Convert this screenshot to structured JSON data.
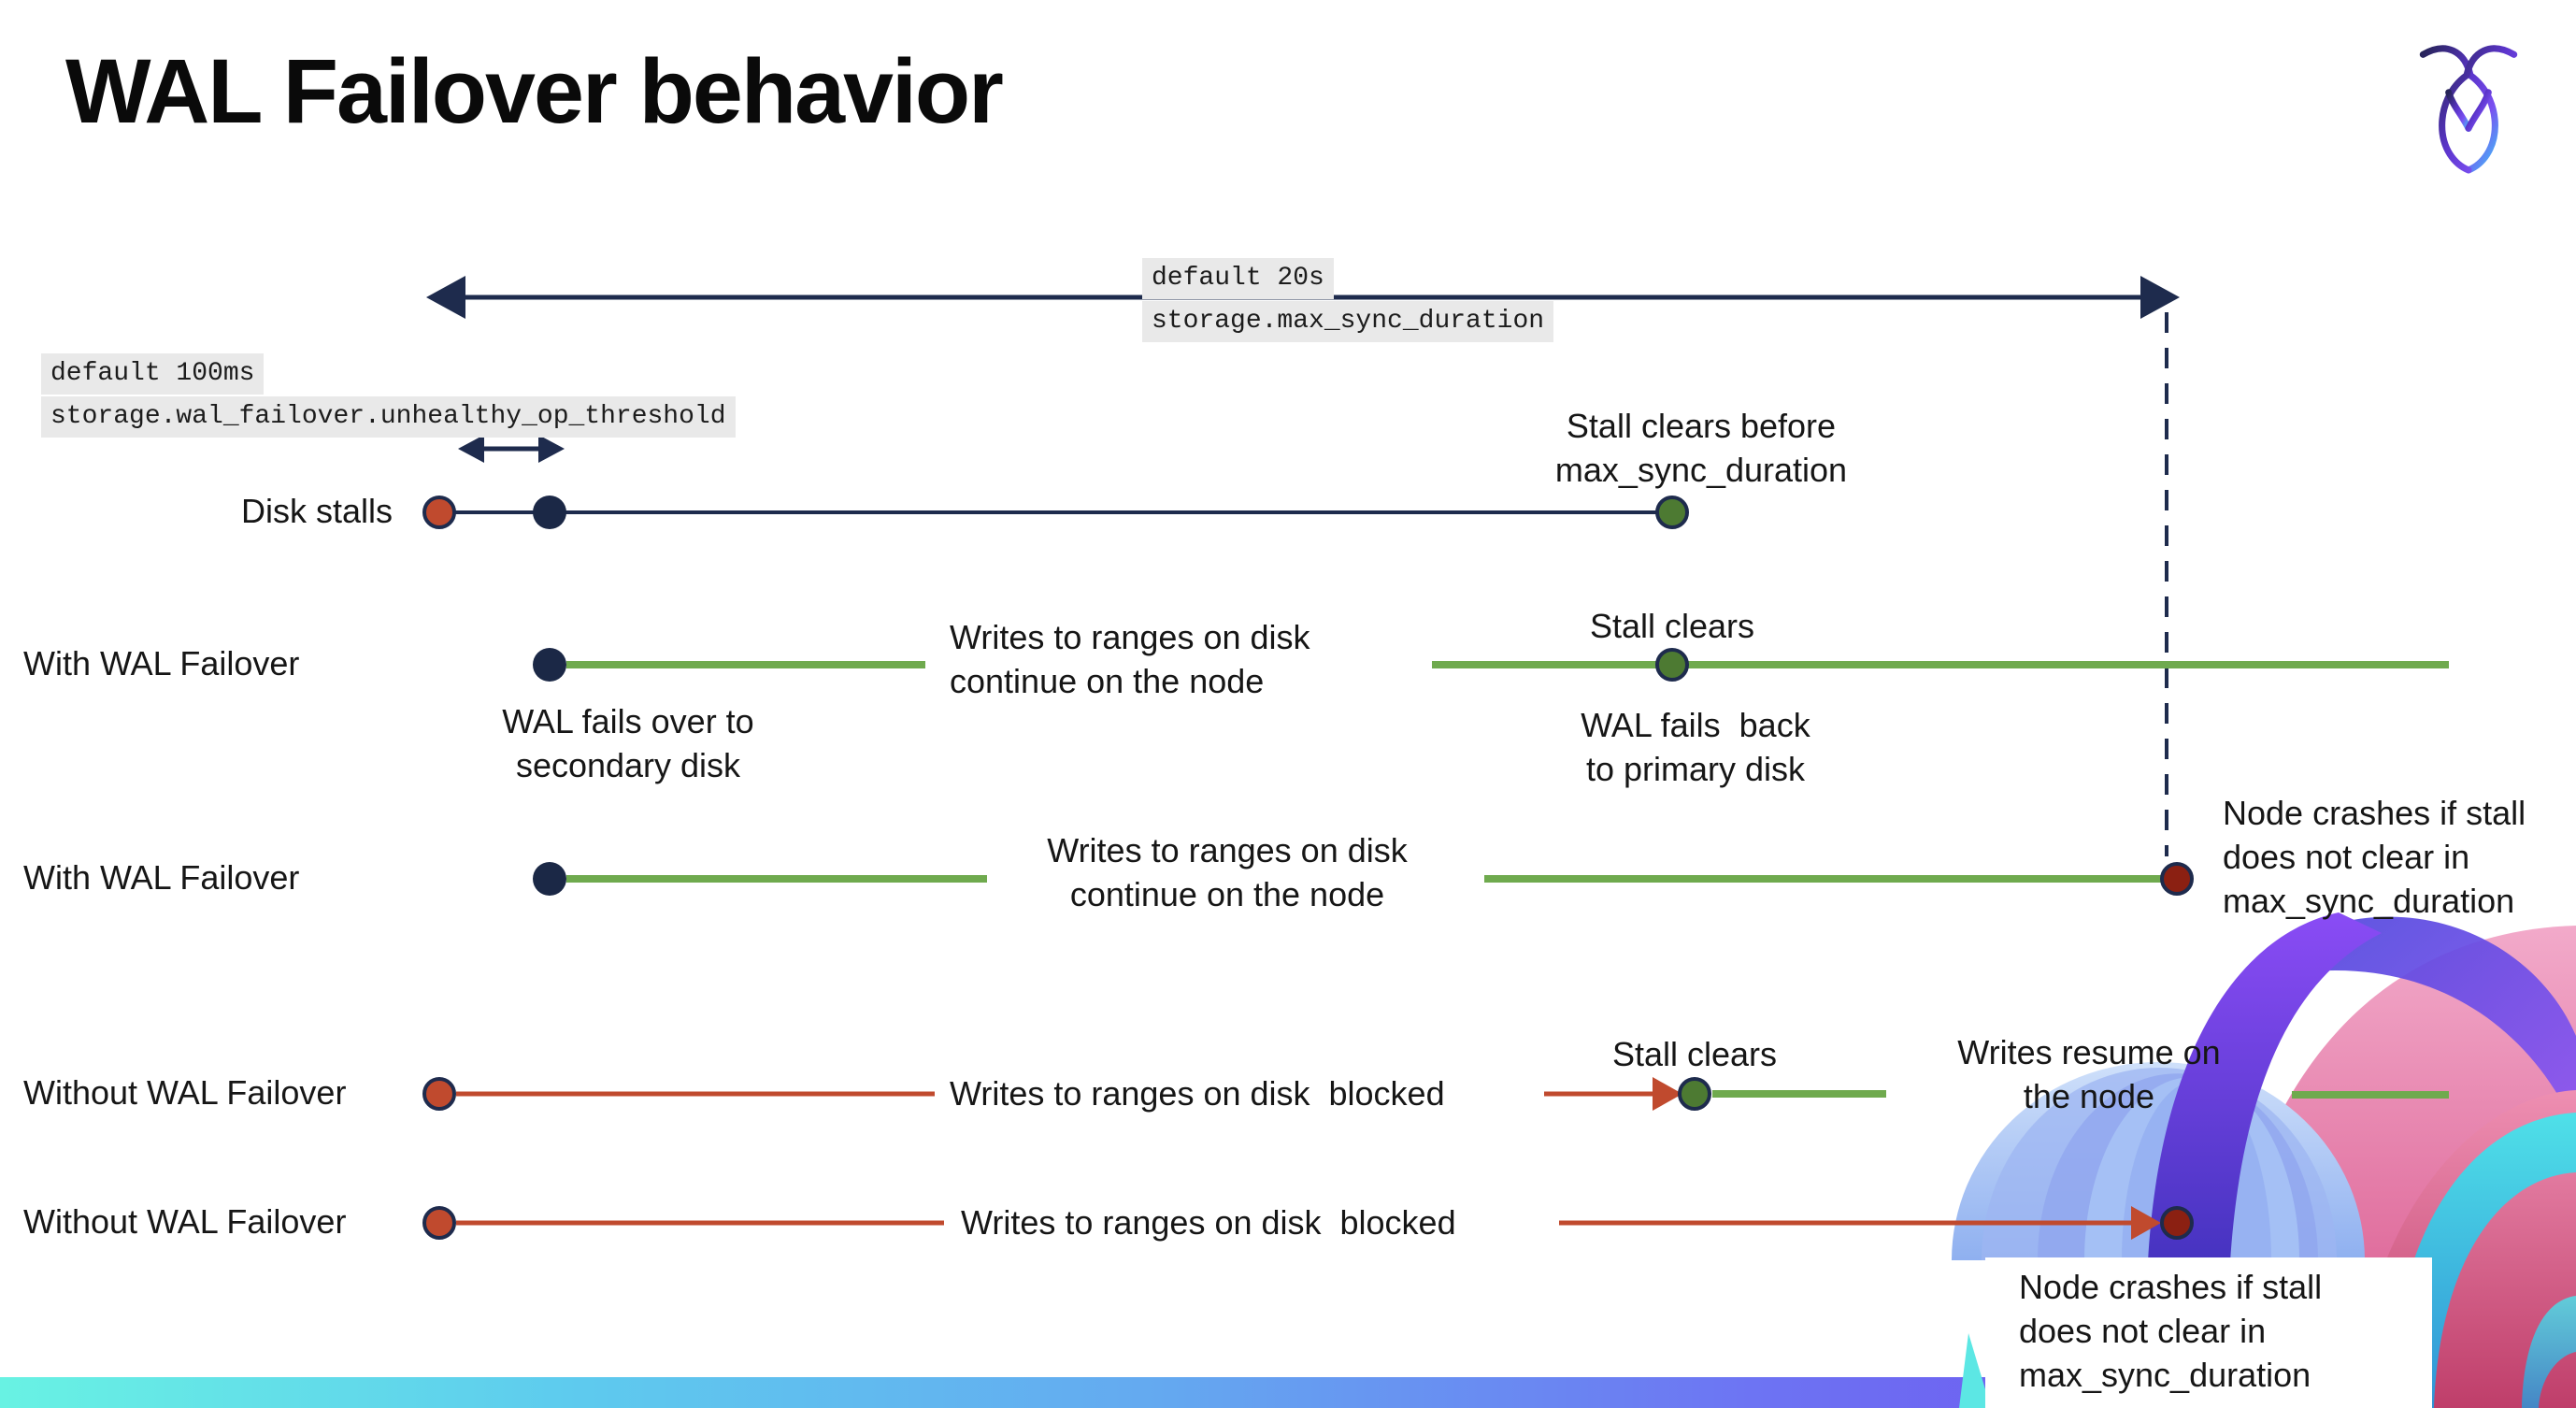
{
  "title": "WAL Failover behavior",
  "colors": {
    "navy": "#1e2b4d",
    "green_line": "#6faa4e",
    "green_dot": "#4d7a32",
    "red": "#c04a2e",
    "dark_red": "#8b2012",
    "chip_bg": "#e9e9e9",
    "bottom_bar_gradient": [
      "#68f2e3",
      "#5ecbee",
      "#64a9f0",
      "#6d74f3",
      "#7447ec"
    ]
  },
  "config_labels": {
    "max_sync_duration": {
      "default_value": "default 20s",
      "setting": "storage.max_sync_duration"
    },
    "unhealthy_op_threshold": {
      "default_value": "default 100ms",
      "setting": "storage.wal_failover.unhealthy_op_threshold"
    }
  },
  "rows": [
    {
      "label": "Disk stalls"
    },
    {
      "label": "With WAL Failover"
    },
    {
      "label": "With WAL Failover"
    },
    {
      "label": "Without WAL Failover"
    },
    {
      "label": "Without WAL Failover"
    }
  ],
  "annotations": {
    "stall_clears_before": "Stall clears before\nmax_sync_duration",
    "row1_writes_continue": "Writes to ranges on disk\ncontinue on the node",
    "row1_stall_clears": "Stall clears",
    "wal_fails_over": "WAL fails over to\nsecondary disk",
    "wal_fails_back": "WAL fails  back\nto primary disk",
    "row2_writes_continue": "Writes to ranges on disk\ncontinue on the node",
    "row2_node_crashes": "Node crashes if stall\ndoes not clear in\nmax_sync_duration",
    "row3_writes_blocked": "Writes to ranges on disk  blocked",
    "row3_stall_clears": "Stall clears",
    "writes_resume": "Writes resume on\nthe node",
    "row4_writes_blocked": "Writes to ranges on disk  blocked",
    "row4_node_crashes": "Node crashes if stall\ndoes not clear in\nmax_sync_duration"
  }
}
